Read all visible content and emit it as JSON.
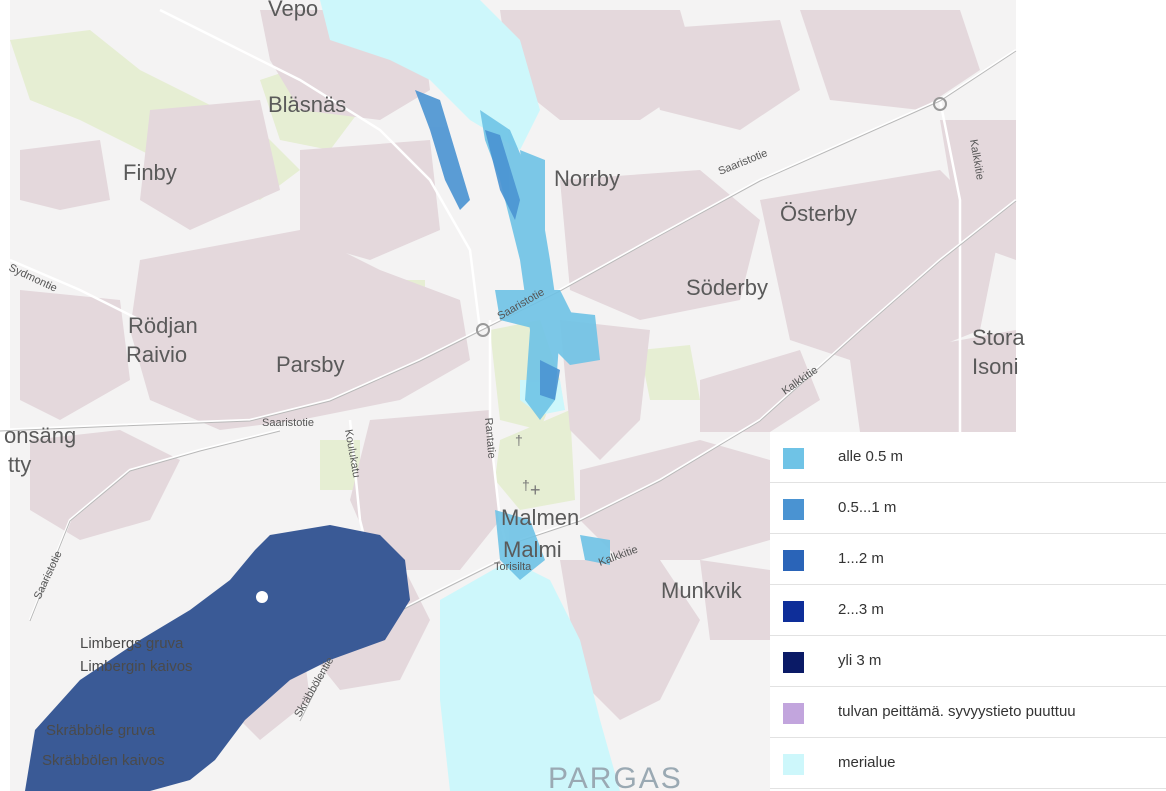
{
  "map": {
    "places": {
      "vepo": "Vepo",
      "blasnas": "Bläsnäs",
      "finby": "Finby",
      "norrby": "Norrby",
      "osterby": "Österby",
      "soderby": "Söderby",
      "rodjan": "Rödjan",
      "raivio": "Raivio",
      "parsby": "Parsby",
      "stora": "Stora",
      "isoni": "Isoni",
      "onsang": "onsäng",
      "tty": "tty",
      "malmen": "Malmen",
      "malmi": "Malmi",
      "munkvik": "Munkvik",
      "pargas": "PARGAS",
      "limbergs_gruva": "Limbergs gruva",
      "limbergin_kaivos": "Limbergin kaivos",
      "skrabbole_gruva": "Skräbböle gruva",
      "skrabbolen_kaivos": "Skräbbölen kaivos"
    },
    "roads": {
      "saaristotie": "Saaristotie",
      "kalkkitie": "Kalkkitie",
      "ranta": "Rantatie",
      "koulukatu": "Koulukatu",
      "skrabbolentie": "Skräbbölentie",
      "torisilta": "Torisilta",
      "sydmontie": "Sydmontie"
    },
    "colors": {
      "sea": "#cdf7fb",
      "land": "#f4f3f3",
      "built": "#e4d8dc",
      "green": "#e8f0d6"
    }
  },
  "legend": [
    {
      "label": "alle 0.5 m",
      "color": "#6fc3e6"
    },
    {
      "label": "0.5...1 m",
      "color": "#4a93d2"
    },
    {
      "label": "1...2 m",
      "color": "#2a64b8"
    },
    {
      "label": "2...3 m",
      "color": "#0e2e99"
    },
    {
      "label": "yli 3 m",
      "color": "#0a1a66"
    },
    {
      "label": "tulvan peittämä. syvyystieto puuttuu",
      "color": "#c2a5dd"
    },
    {
      "label": "merialue",
      "color": "#cdf7fb"
    }
  ]
}
